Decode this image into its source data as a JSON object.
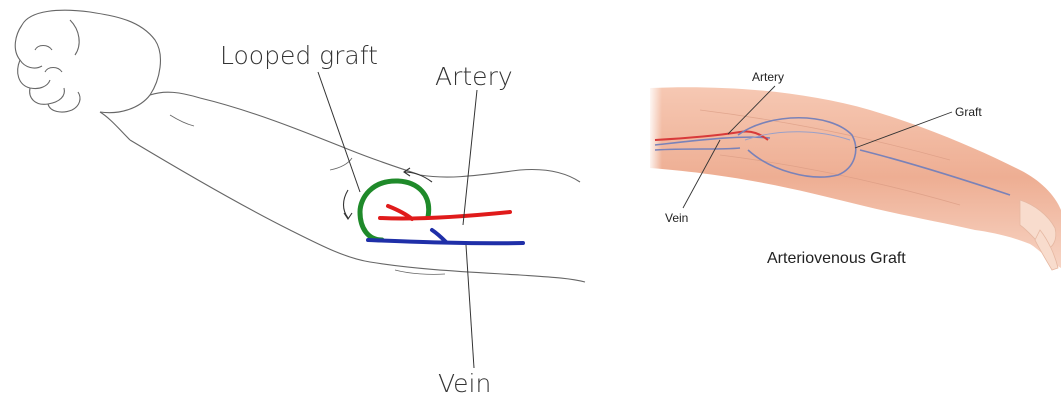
{
  "left_diagram": {
    "labels": {
      "graft": "Looped graft",
      "artery": "Artery",
      "vein": "Vein"
    },
    "colors": {
      "graft": "#1f8a2a",
      "artery": "#e01b1b",
      "vein": "#1f2fa8",
      "outline": "#555555"
    }
  },
  "right_diagram": {
    "labels": {
      "artery": "Artery",
      "graft": "Graft",
      "vein": "Vein"
    },
    "title": "Arteriovenous Graft",
    "colors": {
      "skin": "#f3b89f",
      "artery": "#d83a3a",
      "vein": "#7a82b8"
    }
  }
}
